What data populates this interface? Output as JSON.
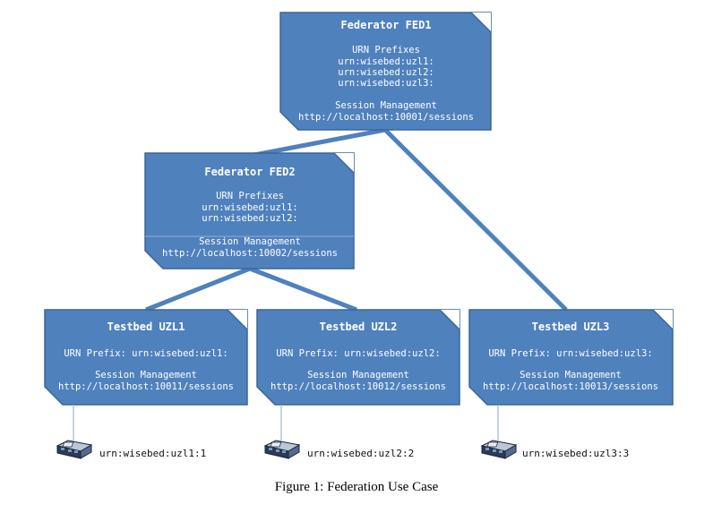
{
  "colors": {
    "box_fill": "#4f81bd",
    "box_stroke": "#3a6698",
    "edge": "#4f81bd",
    "text": "#ffffff"
  },
  "fed1": {
    "title": "Federator FED1",
    "urn_heading": "URN Prefixes",
    "prefixes": [
      "urn:wisebed:uzl1:",
      "urn:wisebed:uzl2:",
      "urn:wisebed:uzl3:"
    ],
    "session_heading": "Session Management",
    "session_url": "http://localhost:10001/sessions"
  },
  "fed2": {
    "title": "Federator FED2",
    "urn_heading": "URN Prefixes",
    "prefixes": [
      "urn:wisebed:uzl1:",
      "urn:wisebed:uzl2:"
    ],
    "session_heading": "Session Management",
    "session_url": "http://localhost:10002/sessions"
  },
  "testbeds": [
    {
      "title": "Testbed UZL1",
      "prefix": "URN Prefix: urn:wisebed:uzl1:",
      "session_heading": "Session Management",
      "session_url": "http://localhost:10011/sessions",
      "node": "urn:wisebed:uzl1:1",
      "node_icon": "sensor-node-icon"
    },
    {
      "title": "Testbed UZL2",
      "prefix": "URN Prefix: urn:wisebed:uzl2:",
      "session_heading": "Session Management",
      "session_url": "http://localhost:10012/sessions",
      "node": "urn:wisebed:uzl2:2",
      "node_icon": "sensor-node-icon"
    },
    {
      "title": "Testbed UZL3",
      "prefix": "URN Prefix: urn:wisebed:uzl3:",
      "session_heading": "Session Management",
      "session_url": "http://localhost:10013/sessions",
      "node": "urn:wisebed:uzl3:3",
      "node_icon": "sensor-node-icon"
    }
  ],
  "caption": "Figure 1: Federation Use Case"
}
